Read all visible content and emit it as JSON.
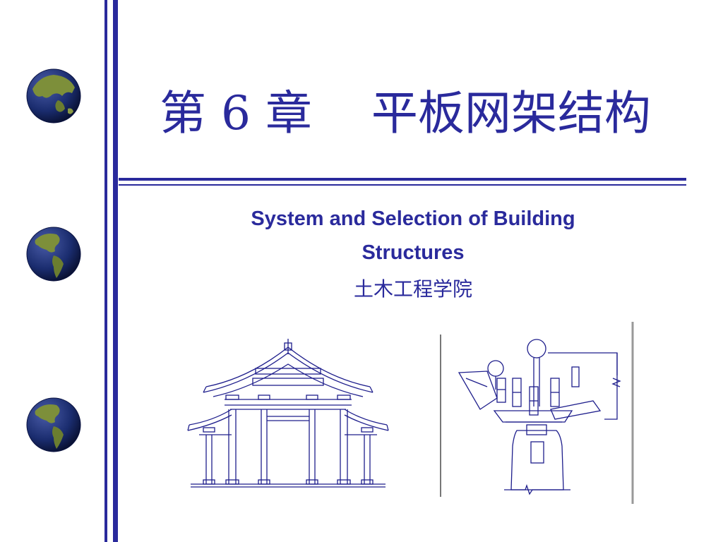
{
  "slide": {
    "title": "第 6 章    平板网架结构",
    "subtitle": "System and Selection of Building Structures",
    "institution": "土木工程学院"
  },
  "colors": {
    "accent": "#2a2a9c",
    "drawing_stroke": "#1e1e8c",
    "globe_ocean": "#1a2c6e",
    "globe_land": "#7d8f3a"
  },
  "decorations": {
    "globes": [
      "globe-asia-icon",
      "globe-americas-icon",
      "globe-americas-icon"
    ],
    "drawings": [
      "temple-elevation-drawing",
      "space-frame-joint-drawing"
    ]
  }
}
